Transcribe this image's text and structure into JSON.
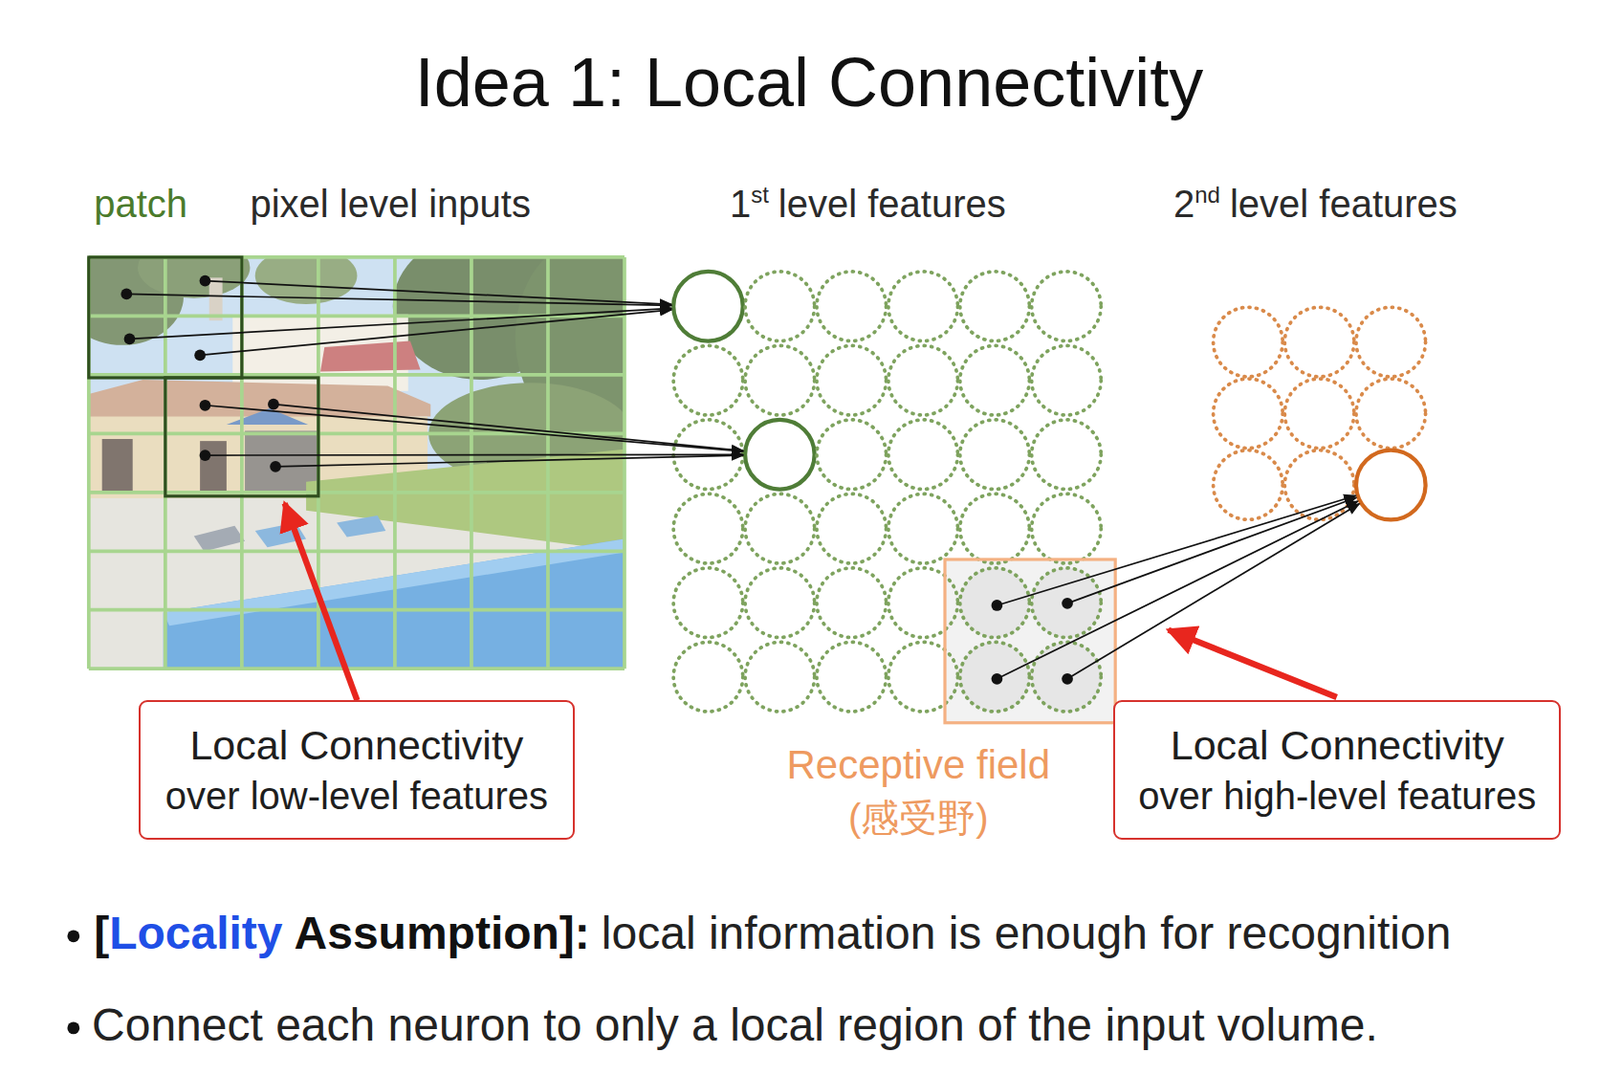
{
  "diagram": {
    "title": "Idea 1: Local Connectivity",
    "nodes": [
      {
        "text": [
          "Local Connectivity",
          "over low-level features"
        ]
      },
      {
        "text": [
          "Local Connectivity",
          "over high-level features"
        ]
      }
    ],
    "labels": [
      "patch",
      "pixel level inputs",
      "1",
      "st",
      "level features",
      "2",
      "nd",
      "level features",
      "Receptive field",
      "(感受野)",
      "[",
      "Locality",
      "Assumption]:",
      "local information is enough for recognition",
      "Connect each neuron to only a local region of the input volume."
    ]
  }
}
